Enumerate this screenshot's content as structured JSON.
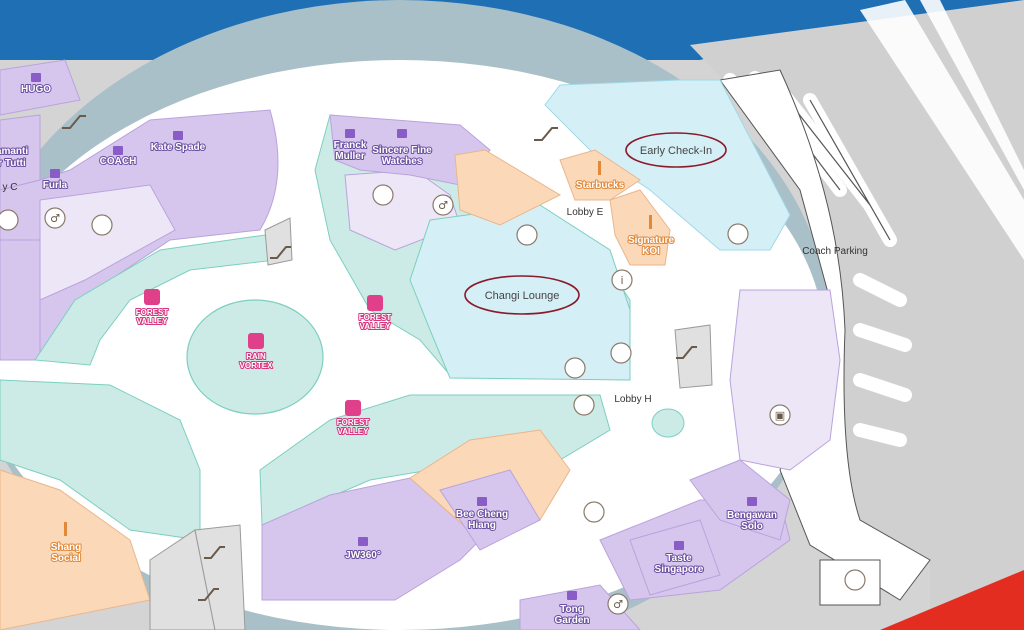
{
  "colors": {
    "sea": "#1f6fb4",
    "roof_ring": "#a9c0c8",
    "floor": "#ffffff",
    "apron": "#d4d4d4",
    "retail_purple": "#d6c6ee",
    "retail_purple_dark": "#c7b1e6",
    "retail_light": "#ece6f7",
    "garden_teal": "#cdebe6",
    "lounge_blue": "#d5eff7",
    "dining_orange": "#fbd8b8",
    "highlight_pink": "#e0408a",
    "road_red": "#e22d20",
    "callout_ring": "#8b1a2a"
  },
  "stores": {
    "hugo": "HUGO",
    "armani_line1": "amanti",
    "armani_line2": "r Tutti",
    "coach": "COACH",
    "kate_spade": "Kate Spade",
    "furla": "Furla",
    "franck_line1": "Franck",
    "franck_line2": "Muller",
    "sincere_line1": "Sincere Fine",
    "sincere_line2": "Watches",
    "bee_line1": "Bee Cheng",
    "bee_line2": "Hiang",
    "jw360": "JW360°",
    "bengawan_line1": "Bengawan",
    "bengawan_line2": "Solo",
    "taste_line1": "Taste",
    "taste_line2": "Singapore",
    "tong_line1": "Tong",
    "tong_line2": "Garden"
  },
  "dining": {
    "starbucks": "Starbucks",
    "signature_line1": "Signature",
    "signature_line2": "KOI",
    "shang_line1": "Shang",
    "shang_line2": "Social"
  },
  "attractions": {
    "forest_valley_line1": "FOREST",
    "forest_valley_line2": "VALLEY",
    "rain_line1": "RAIN",
    "rain_line2": "VORTEX"
  },
  "places": {
    "lobby_e": "Lobby E",
    "lobby_h": "Lobby H",
    "coach_parking": "Coach Parking",
    "partial_left": "y C"
  },
  "callouts": {
    "early_check_in": "Early Check-In",
    "changi_lounge": "Changi Lounge"
  },
  "icons": {
    "escalator": "escalator-icon",
    "lift": "lift-icon",
    "toilet": "toilet-icon",
    "family_room": "family-room-icon",
    "info": "info-icon",
    "luggage": "luggage-icon",
    "shopping_bag": "shopping-bag-icon",
    "dining": "fork-knife-icon",
    "thumbs_up": "thumbs-up-icon"
  }
}
